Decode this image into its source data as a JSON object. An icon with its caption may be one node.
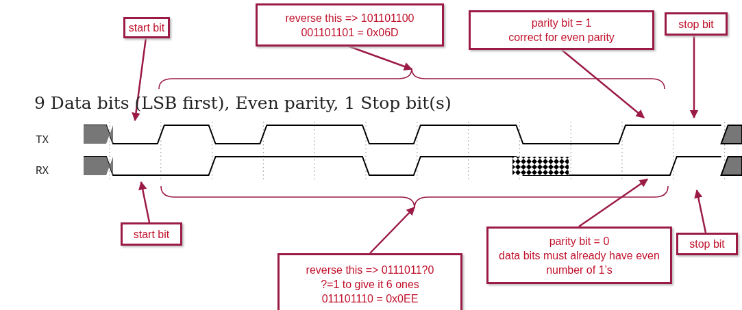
{
  "diagram": {
    "title": "9 Data bits (LSB first), Even parity, 1 Stop bit(s)",
    "nodes": [
      {
        "text": [
          "start bit"
        ]
      },
      {
        "text": [
          "reverse this => 101101100",
          "001101101 = 0x06D"
        ]
      },
      {
        "text": [
          "parity bit = 1",
          "correct for even parity"
        ]
      },
      {
        "text": [
          "stop bit"
        ]
      },
      {
        "text": [
          "start bit"
        ]
      },
      {
        "text": [
          "reverse this => 0111011?0",
          "?=1 to give it 6 ones",
          "011101110 = 0x0EE"
        ]
      },
      {
        "text": [
          "parity bit = 0",
          "data bits must already have even number of 1’s"
        ]
      },
      {
        "text": [
          "stop bit"
        ]
      },
      {
        "text": [],
        "shape": "brace"
      },
      {
        "text": [],
        "shape": "brace"
      },
      {
        "text": [],
        "shape": "waveform"
      },
      {
        "text": [],
        "shape": "waveform"
      }
    ],
    "edges": [
      {
        "from": 0,
        "to": 10,
        "arrow": "to"
      },
      {
        "from": 1,
        "to": 8,
        "arrow": "to"
      },
      {
        "from": 2,
        "to": 10,
        "arrow": "to"
      },
      {
        "from": 3,
        "to": 10,
        "arrow": "to"
      },
      {
        "from": 4,
        "to": 11,
        "arrow": "to"
      },
      {
        "from": 5,
        "to": 9,
        "arrow": "to"
      },
      {
        "from": 6,
        "to": 11,
        "arrow": "to"
      },
      {
        "from": 7,
        "to": 11,
        "arrow": "to"
      }
    ],
    "labels": [
      "TX",
      "RX"
    ]
  }
}
